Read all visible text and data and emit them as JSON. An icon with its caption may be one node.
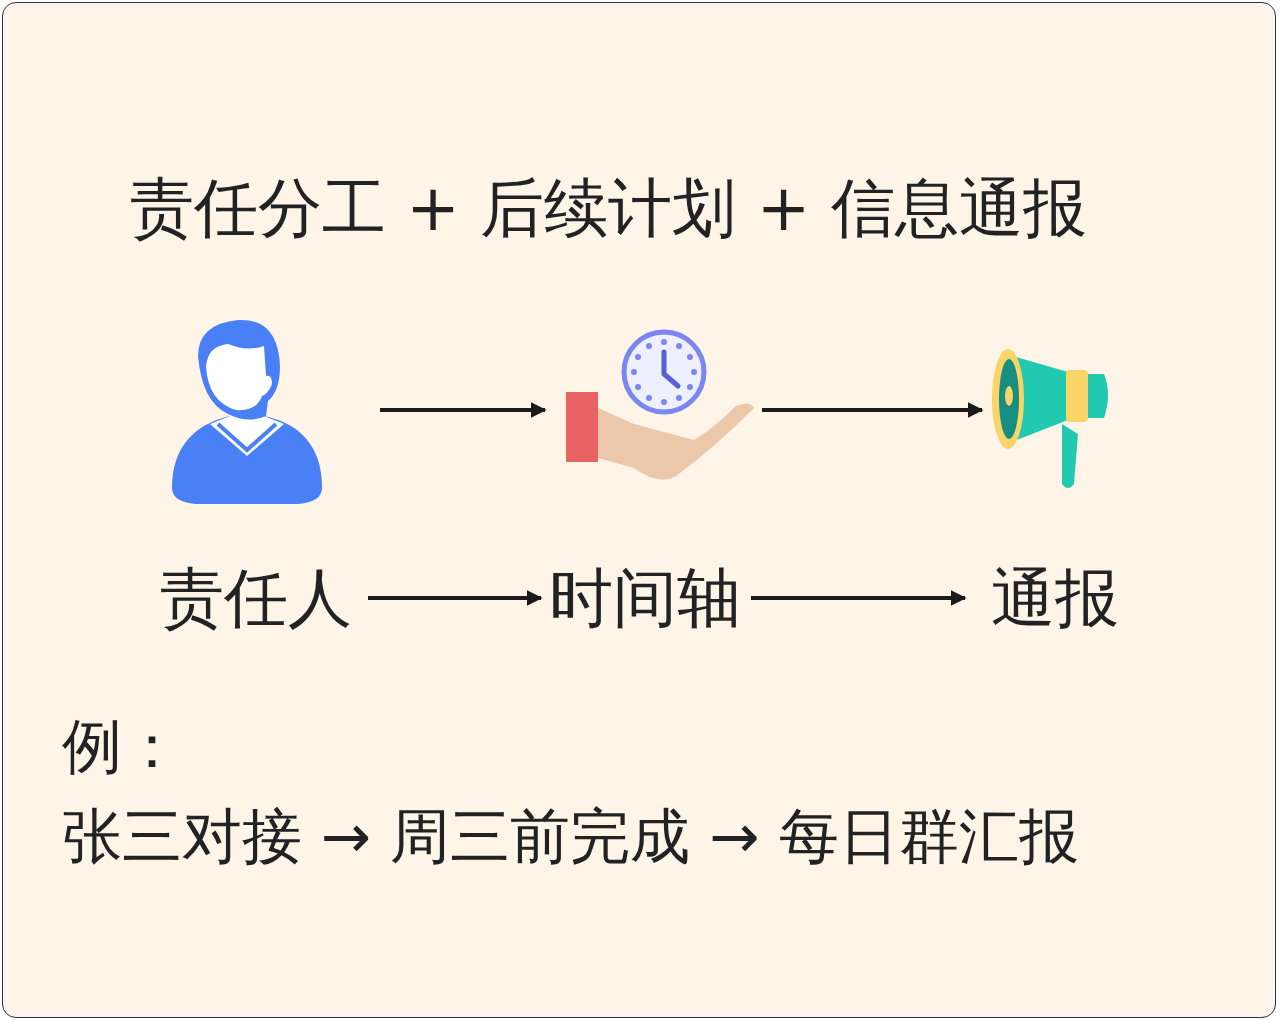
{
  "diagram": {
    "title": "责任分工 + 后续计划 + 信息通报",
    "nodes": [
      {
        "text": [],
        "shape": "person"
      },
      {
        "text": [],
        "shape": "picture"
      },
      {
        "text": [],
        "shape": "picture"
      },
      {
        "text": [
          "责任人"
        ]
      },
      {
        "text": [
          "时间轴"
        ]
      },
      {
        "text": [
          "通报"
        ]
      }
    ],
    "edges": [
      {
        "from": 0,
        "to": 1,
        "arrow": "to"
      },
      {
        "from": 1,
        "to": 2,
        "arrow": "to"
      },
      {
        "from": 3,
        "to": 4,
        "arrow": "to"
      },
      {
        "from": 4,
        "to": 5,
        "arrow": "to"
      }
    ],
    "labels": [
      "例：",
      "张三对接 → 周三前完成 → 每日群汇报"
    ]
  }
}
